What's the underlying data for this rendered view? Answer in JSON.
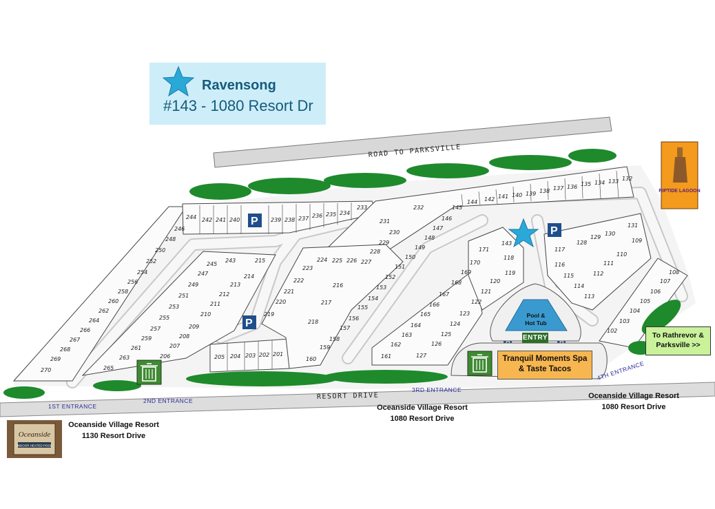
{
  "highlight": {
    "name": "Ravensong",
    "address": "#143 - 1080 Resort Dr",
    "lot": "143",
    "color": "#2aa8d8"
  },
  "roads": {
    "top": "ROAD TO PARKSVILLE",
    "bottom": "RESORT DRIVE"
  },
  "entrances": [
    "1ST ENTRANCE",
    "2ND ENTRANCE",
    "3RD ENTRANCE",
    "4TH ENTRANCE"
  ],
  "amenities": {
    "pool_line1": "Pool &",
    "pool_line2": "Hot Tub",
    "entry": "ENTRY",
    "spa_line1": "Tranquil Moments Spa",
    "spa_line2": "& Taste Tacos",
    "to_line1": "To Rathrevor &",
    "to_line2": "Parksville >>",
    "parking": "P"
  },
  "addresses": {
    "mid": {
      "line1": "Oceanside Village Resort",
      "line2": "1080 Resort Drive"
    },
    "right": {
      "line1": "Oceanside Village Resort",
      "line2": "1080 Resort Drive"
    },
    "left": {
      "line1": "Oceanside Village Resort",
      "line2": "1130 Resort Drive"
    }
  },
  "logos": {
    "riptide": "RIPTIDE LAGOON",
    "oceanside": "Oceanside",
    "oceanside_sub": "INDOOR HEATED POOL"
  },
  "lots": {
    "top_row_a": [
      "244",
      "242",
      "241",
      "240",
      "239",
      "238",
      "237",
      "236",
      "235",
      "234",
      "233"
    ],
    "top_row_b": [
      "232",
      "145",
      "144",
      "142",
      "141",
      "140",
      "139",
      "138",
      "137",
      "136",
      "135",
      "134",
      "133",
      "132"
    ],
    "col_left_outer": [
      "246",
      "248",
      "250",
      "252",
      "254",
      "256",
      "258",
      "260",
      "262",
      "264",
      "266",
      "267",
      "268",
      "269",
      "270"
    ],
    "col_left_inner": [
      "245",
      "247",
      "249",
      "251",
      "253",
      "255",
      "257",
      "259",
      "261",
      "263",
      "265"
    ],
    "col_left_inner2": [
      "243",
      "215",
      "214",
      "213",
      "212",
      "211",
      "210",
      "209",
      "208",
      "207",
      "206"
    ],
    "bottom_row_a": [
      "205",
      "204",
      "203",
      "202",
      "201"
    ],
    "mid_a": [
      "224",
      "225",
      "226",
      "227",
      "223",
      "222",
      "221",
      "220",
      "219",
      "228",
      "216",
      "217",
      "218",
      "231",
      "230",
      "229",
      "151",
      "152",
      "153",
      "154",
      "155",
      "156",
      "157",
      "158",
      "159",
      "160",
      "150",
      "149",
      "148",
      "147",
      "146"
    ],
    "mid_b": [
      "171",
      "170",
      "169",
      "168",
      "122",
      "121",
      "120",
      "119",
      "118",
      "167",
      "166",
      "165",
      "164",
      "163",
      "162",
      "161",
      "123",
      "124",
      "125",
      "126",
      "127"
    ],
    "right_cluster": [
      "131",
      "130",
      "129",
      "128",
      "117",
      "116",
      "115",
      "114",
      "113",
      "112",
      "111",
      "110",
      "109"
    ],
    "far_right": [
      "108",
      "107",
      "106",
      "105",
      "104",
      "103",
      "102"
    ]
  }
}
